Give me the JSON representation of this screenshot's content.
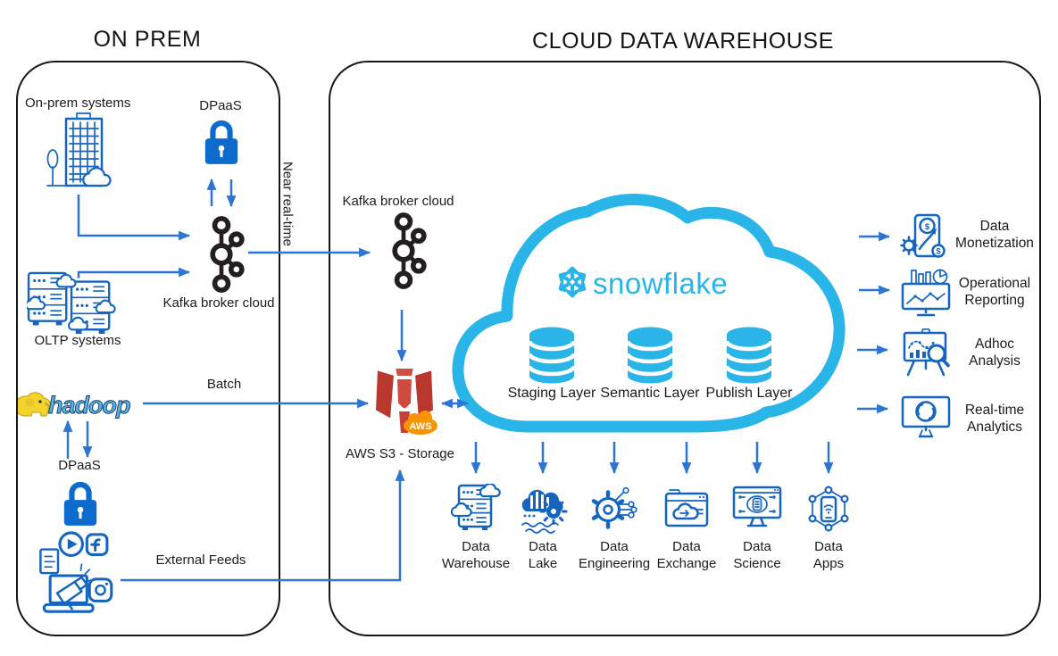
{
  "header": {
    "on_prem_title": "ON PREM",
    "cloud_title": "CLOUD DATA WAREHOUSE"
  },
  "on_prem": {
    "systems_label": "On-prem systems",
    "systems_icon": "building-icon",
    "dpaas_top": "DPaaS",
    "dpaas_top_icon": "lock-icon",
    "kafka_label": "Kafka broker cloud",
    "kafka_icon": "kafka-icon",
    "oltp_label": "OLTP systems",
    "oltp_icon": "servers-icon",
    "hadoop_label": "hadoop",
    "hadoop_icon": "hadoop-elephant-icon",
    "dpaas_bottom": "DPaaS",
    "dpaas_bottom_icon": "lock-icon",
    "external_icon": "social-media-icon"
  },
  "flows": {
    "near_real_time": "Near real-time",
    "batch": "Batch",
    "external_feeds": "External Feeds"
  },
  "cloud": {
    "kafka_label": "Kafka broker cloud",
    "kafka_icon": "kafka-icon",
    "s3_label": "AWS S3 - Storage",
    "s3_badge": "AWS",
    "s3_icon": "aws-s3-icon",
    "snowflake_wordmark": "snowflake",
    "snowflake_icon": "snowflake-logo-icon",
    "cloud_icon": "cloud-outline-icon",
    "layers": [
      {
        "label": "Staging Layer",
        "icon": "database-cylinder-icon"
      },
      {
        "label": "Semantic Layer",
        "icon": "database-cylinder-icon"
      },
      {
        "label": "Publish Layer",
        "icon": "database-cylinder-icon"
      }
    ],
    "consumers": [
      {
        "line1": "Data",
        "line2": "Warehouse",
        "icon": "data-warehouse-icon"
      },
      {
        "line1": "Data",
        "line2": "Lake",
        "icon": "data-lake-icon"
      },
      {
        "line1": "Data",
        "line2": "Engineering",
        "icon": "data-engineering-icon"
      },
      {
        "line1": "Data",
        "line2": "Exchange",
        "icon": "data-exchange-icon"
      },
      {
        "line1": "Data",
        "line2": "Science",
        "icon": "data-science-icon"
      },
      {
        "line1": "Data",
        "line2": "Apps",
        "icon": "data-apps-icon"
      }
    ],
    "outputs": [
      {
        "line1": "Data",
        "line2": "Monetization",
        "icon": "data-monetization-icon"
      },
      {
        "line1": "Operational",
        "line2": "Reporting",
        "icon": "operational-reporting-icon"
      },
      {
        "line1": "Adhoc",
        "line2": "Analysis",
        "icon": "adhoc-analysis-icon"
      },
      {
        "line1": "Real-time",
        "line2": "Analytics",
        "icon": "realtime-analytics-icon"
      }
    ]
  },
  "icons": {
    "dollar_glyph": "$"
  },
  "colors": {
    "icon_blue": "#1565c0",
    "arrow_blue": "#2e75d2",
    "lock_blue": "#0d6bce",
    "snowflake_cyan": "#29b5e8",
    "kafka_black": "#231f20",
    "s3_red": "#c2413a",
    "s3_red_dark": "#b8382e",
    "s3_red_light": "#d05045",
    "aws_orange": "#f79400",
    "hadoop_yellow": "#f4d32b",
    "border_dark": "#161616",
    "text_dark": "#1b1b1b"
  }
}
